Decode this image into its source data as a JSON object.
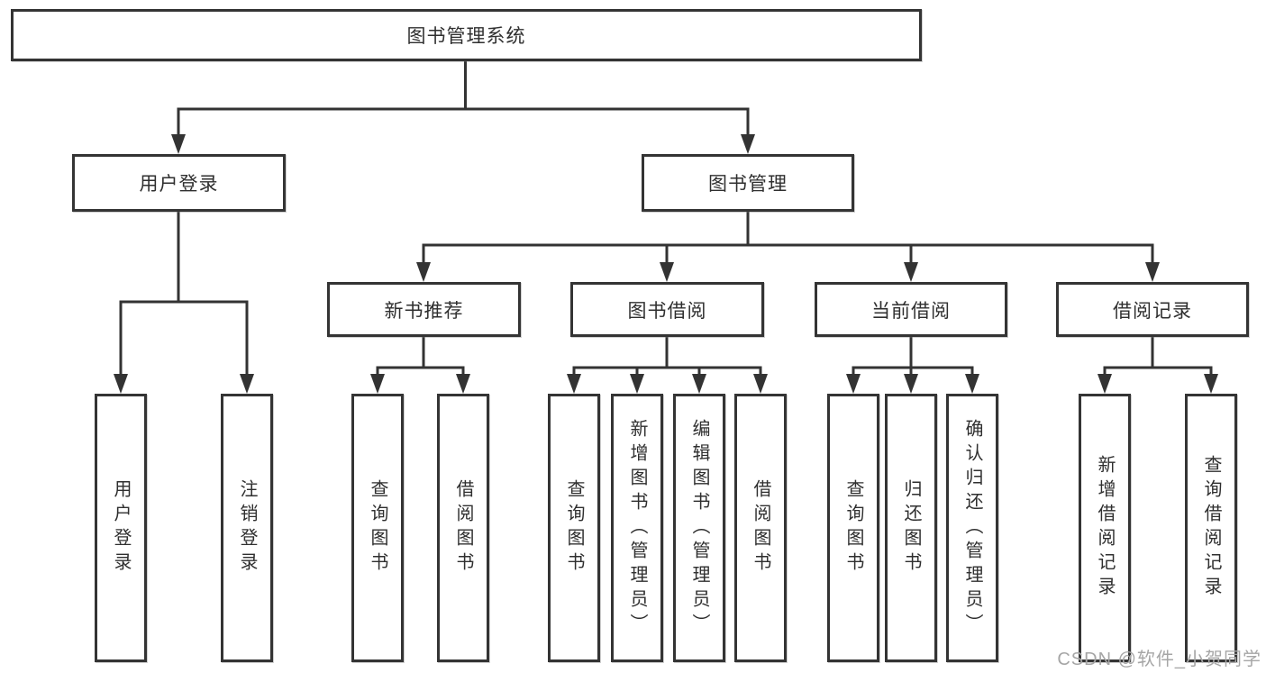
{
  "tree": {
    "root": "图书管理系统",
    "branches": [
      {
        "label": "用户登录",
        "children": [
          "用户登录",
          "注销登录"
        ]
      },
      {
        "label": "图书管理",
        "groups": [
          {
            "label": "新书推荐",
            "children": [
              "查询图书",
              "借阅图书"
            ]
          },
          {
            "label": "图书借阅",
            "children": [
              "查询图书",
              "新增图书（管理员）",
              "编辑图书（管理员）",
              "借阅图书"
            ]
          },
          {
            "label": "当前借阅",
            "children": [
              "查询图书",
              "归还图书",
              "确认归还（管理员）"
            ]
          },
          {
            "label": "借阅记录",
            "children": [
              "新增借阅记录",
              "查询借阅记录"
            ]
          }
        ]
      }
    ]
  },
  "watermark": "CSDN @软件_小贺同学",
  "colors": {
    "line": "#333333",
    "text": "#2f2f2f",
    "watermark": "#a6a6a6",
    "background": "#ffffff"
  }
}
